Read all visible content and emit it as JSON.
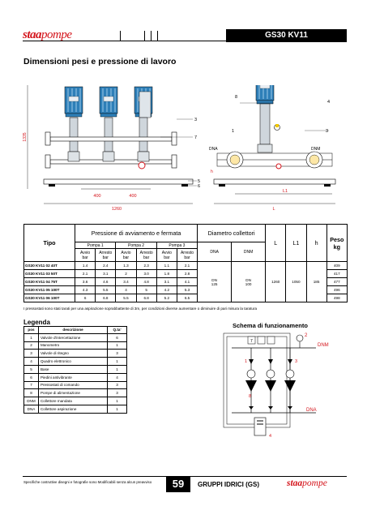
{
  "header": {
    "brand_a": "staa",
    "brand_b": "pompe",
    "model": "GS30 KV11"
  },
  "section_title": "Dimensioni  pesi e pressione di lavoro",
  "drawing": {
    "dim_height": "1335",
    "dim_spacing_1": "400",
    "dim_spacing_2": "400",
    "dim_width": "1260",
    "callouts": [
      "8",
      "4",
      "3",
      "7",
      "1",
      "3",
      "5",
      "6",
      "L1",
      "L",
      "h"
    ],
    "labels": {
      "dna": "DNA",
      "dnm": "DNM"
    }
  },
  "spec_table": {
    "tipo_label": "Tipo",
    "pressure_title": "Pressione di avviamento e fermata",
    "pumps": [
      "Pompa 1",
      "Pompa 2",
      "Pompa 3"
    ],
    "avvio": "Avvio",
    "arresto": "Arresto",
    "unit": "bar",
    "diam_title": "Diametro collettori",
    "dna": "DNA",
    "dnm": "DNM",
    "dna_value": "DN\n125",
    "dnm_value": "DN\n100",
    "l_label": "L",
    "l1_label": "L1",
    "h_label": "h",
    "peso_label": "Peso kg",
    "l_value": "1260",
    "l1_value": "1050",
    "h_value": "185",
    "rows": [
      {
        "model": "GS30 KV11 02 40T",
        "p": [
          "1.4",
          "2.4",
          "1.3",
          "2.3",
          "1.1",
          "2.1"
        ],
        "peso": "409"
      },
      {
        "model": "GS30 KV11 03 50T",
        "p": [
          "2.1",
          "3.1",
          "2",
          "3.0",
          "1.8",
          "2.8"
        ],
        "peso": "417"
      },
      {
        "model": "GS30 KV11 04 75T",
        "p": [
          "3.6",
          "4.6",
          "3.4",
          "4.8",
          "3.1",
          "4.1"
        ],
        "peso": "477"
      },
      {
        "model": "GS30 KV11 05 100T",
        "p": [
          "4.3",
          "5.5",
          "4",
          "5",
          "4.2",
          "5.3"
        ],
        "peso": "496"
      },
      {
        "model": "GS30 KV11 06 100T",
        "p": [
          "6",
          "6.8",
          "5.5",
          "6.8",
          "5.2",
          "6.5"
        ],
        "peso": "498"
      }
    ]
  },
  "note": "I pressostati sono stati tarati per una aspirazione soprabbattente di 3m, per condizioni diverse aumentare o diminuire di pari misura la taratura",
  "legend": {
    "title": "Legenda",
    "headers": [
      "pos",
      "descrizione",
      "Q.ta'"
    ],
    "rows": [
      {
        "pos": "1",
        "desc": "Valvole d'intercettazione",
        "qty": "6"
      },
      {
        "pos": "2",
        "desc": "Manometro",
        "qty": "1"
      },
      {
        "pos": "3",
        "desc": "Valvole di ritegno",
        "qty": "3"
      },
      {
        "pos": "4",
        "desc": "Quadro elettronico",
        "qty": "1"
      },
      {
        "pos": "5",
        "desc": "Base",
        "qty": "1"
      },
      {
        "pos": "6",
        "desc": "Piedini antivibrante",
        "qty": "4"
      },
      {
        "pos": "7",
        "desc": "Pressostati di comando",
        "qty": "3"
      },
      {
        "pos": "8",
        "desc": "Pompe di alimentazione",
        "qty": "3"
      },
      {
        "pos": "DNM",
        "desc": "Collettore mandata",
        "qty": "1"
      },
      {
        "pos": "DNA",
        "desc": "Collettore aspirazione",
        "qty": "1"
      }
    ]
  },
  "schema": {
    "title": "Schema di funzionamento",
    "labels": {
      "dnm": "DNM",
      "dna": "DNA",
      "n2": "2",
      "n7": "7",
      "n1": "1",
      "n3": "3",
      "n8": "8",
      "n4": "4"
    }
  },
  "footer": {
    "note": "Specifiche costruttive disegni e fotografie sono  Modificabili senza alcun preavviso",
    "page": "59",
    "section": "GRUPPI IDRICI  (GS)"
  },
  "colors": {
    "brand": "#d4141b",
    "motor": "#2e7fb8",
    "outline": "#000000"
  }
}
